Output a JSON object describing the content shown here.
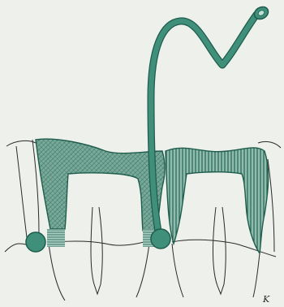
{
  "diagram": {
    "title": "",
    "signature": "K",
    "colors": {
      "paper": "#eef0eb",
      "ink": "#2a2a2a",
      "green": "#3f8f7a",
      "green_dark": "#1e5c4c",
      "green_light": "#9cc7b8"
    },
    "parts": [
      {
        "name": "left-crown",
        "fill": "crosshatch"
      },
      {
        "name": "right-crown",
        "fill": "vertical-stripes"
      },
      {
        "name": "floss-strand",
        "fill": "solid"
      },
      {
        "name": "gingival-ball-left",
        "fill": "solid"
      },
      {
        "name": "gingival-ball-middle",
        "fill": "solid"
      }
    ]
  }
}
